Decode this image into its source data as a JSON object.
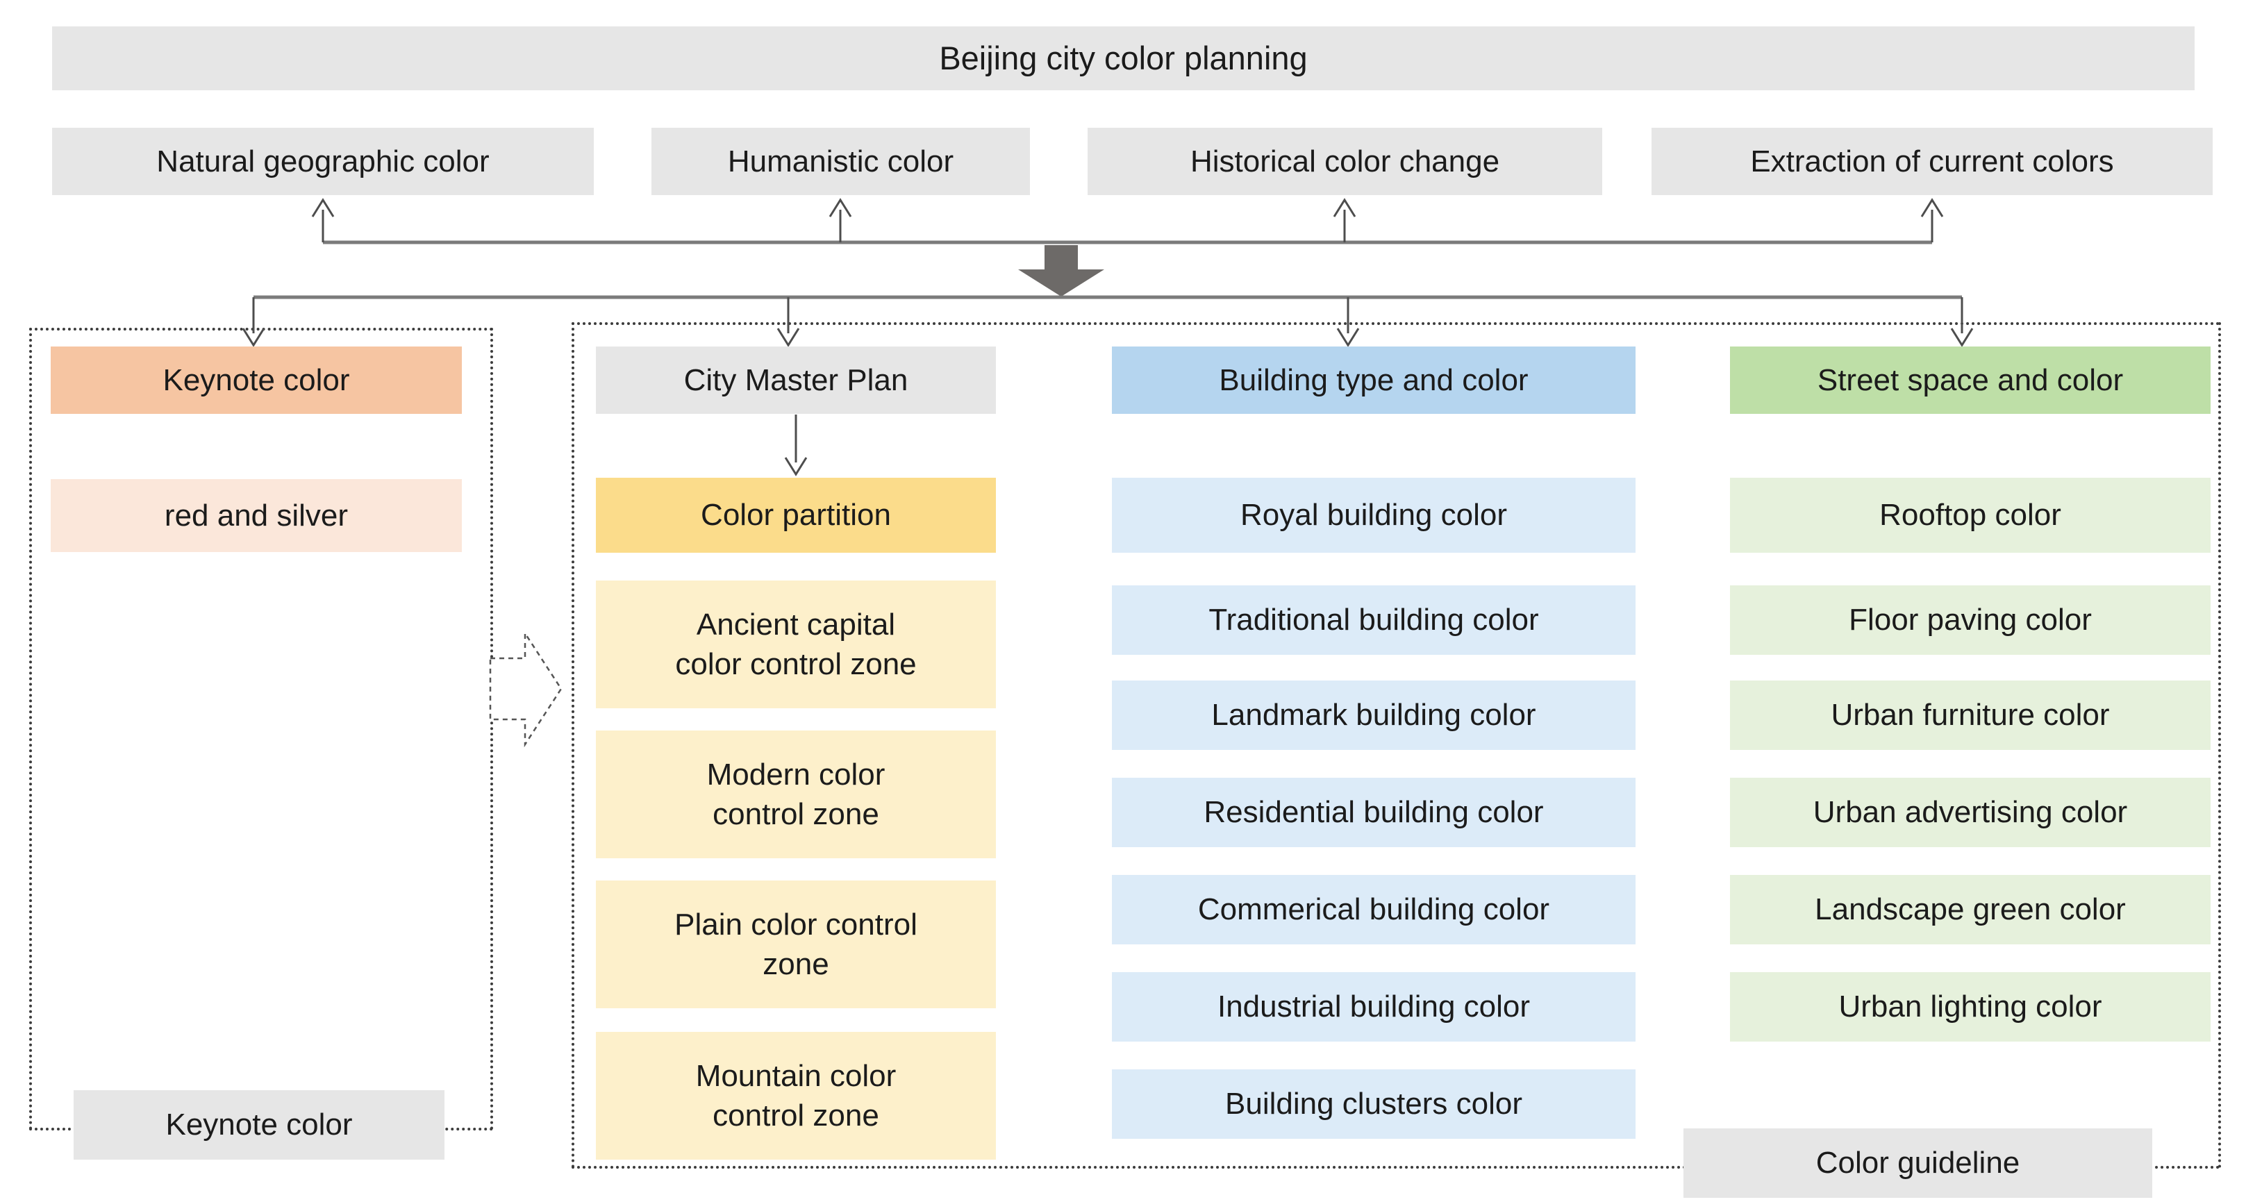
{
  "title": "Beijing city color planning",
  "analysis": [
    "Natural geographic color",
    "Humanistic color",
    "Historical color change",
    "Extraction of current colors"
  ],
  "left": {
    "header": "Keynote color",
    "sub": "red and silver",
    "footer": "Keynote color"
  },
  "master": {
    "header": "City Master Plan",
    "partition": "Color partition",
    "zones": [
      "Ancient capital\ncolor control zone",
      "Modern color\ncontrol zone",
      "Plain color control\nzone",
      "Mountain color\ncontrol zone"
    ]
  },
  "building": {
    "header": "Building type and color",
    "items": [
      "Royal building color",
      "Traditional building color",
      "Landmark building color",
      "Residential building color",
      "Commerical building color",
      "Industrial building color",
      "Building clusters color"
    ]
  },
  "street": {
    "header": "Street space and color",
    "items": [
      "Rooftop color",
      "Floor paving color",
      "Urban furniture color",
      "Urban advertising color",
      "Landscape green color",
      "Urban lighting color"
    ],
    "footer": "Color guideline"
  },
  "colors": {
    "gray_box": "#e6e6e6",
    "salmon": "#f6c5a2",
    "pale_pink": "#fbe7da",
    "gold": "#fbdc8b",
    "pale_yellow": "#fdf0cb",
    "blue": "#b5d5ef",
    "pale_blue": "#dcebf8",
    "green": "#bedfa7",
    "pale_green": "#e6f1dc",
    "line": "#7b7b7b",
    "arrow_dark": "#4d4d4d",
    "thick_arrow": "#6d6a68",
    "border_dot": "#3c3c3c",
    "text": "#1b1b1b"
  }
}
